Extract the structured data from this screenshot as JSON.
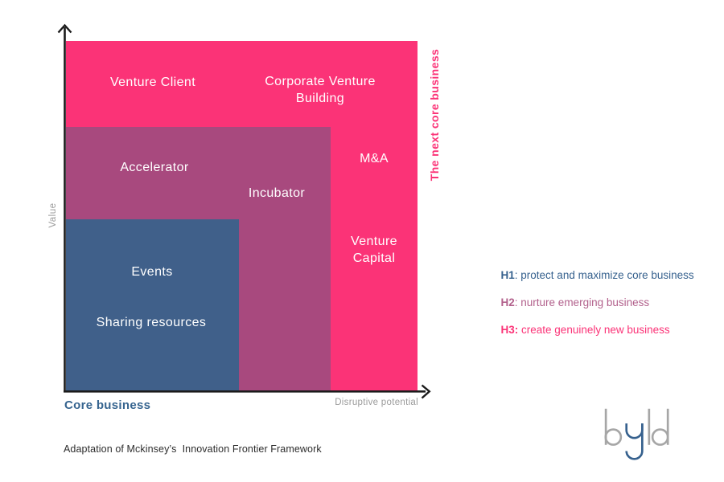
{
  "diagram": {
    "labels": {
      "venture_client": "Venture Client",
      "corporate_venture_building": "Corporate Venture Building",
      "mna": "M&A",
      "venture_capital": "Venture Capital",
      "accelerator": "Accelerator",
      "incubator": "Incubator",
      "events": "Events",
      "sharing_resources": "Sharing resources"
    },
    "axes": {
      "y_label": "Value",
      "x_label": "Disruptive potential",
      "origin_label": "Core business",
      "right_label": "The next core business"
    }
  },
  "colors": {
    "h3_pink": "#FB3377",
    "h2_purple": "#A8497E",
    "h1_blue": "#40608A",
    "core_business_text": "#36648F",
    "next_core_business_text": "#FB3377",
    "axis_muted_text": "#9B9B9B"
  },
  "legend": {
    "items": [
      {
        "key": "H1",
        "text": ": protect and maximize core business",
        "color": "#36618E"
      },
      {
        "key": "H2",
        "text": ": nurture emerging business",
        "color": "#B2618C"
      },
      {
        "key": "H3:",
        "text": " create genuinely new business",
        "color": "#FB3377"
      }
    ]
  },
  "footer": {
    "caption": "Adaptation of Mckinsey’s  Innovation Frontier Framework"
  },
  "logo": {
    "text": "byld",
    "gray": "#A6A6A6",
    "blue": "#36618E"
  }
}
